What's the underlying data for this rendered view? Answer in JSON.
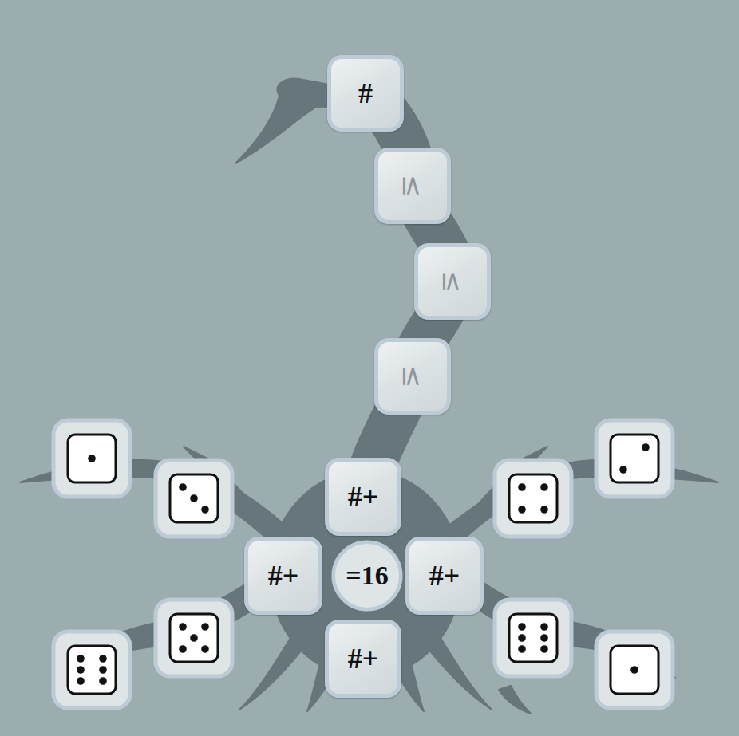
{
  "diagram": {
    "nodes": [
      {
        "text": [
          "#"
        ]
      },
      {
        "text": [
          "≤"
        ]
      },
      {
        "text": [
          "≤"
        ]
      },
      {
        "text": [
          "≤"
        ]
      },
      {
        "text": [
          "#+"
        ]
      },
      {
        "text": [
          "#+"
        ]
      },
      {
        "text": [
          "=16"
        ]
      },
      {
        "text": [
          "#+"
        ]
      },
      {
        "text": [
          "#+"
        ]
      }
    ]
  }
}
